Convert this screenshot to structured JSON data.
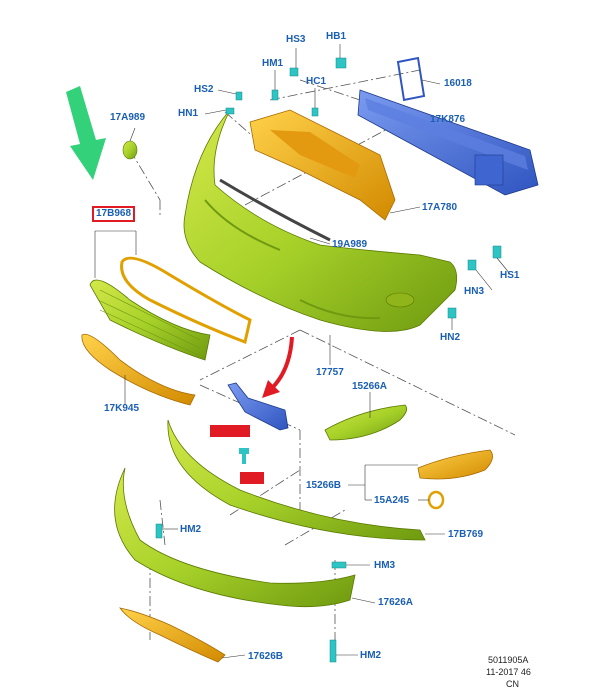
{
  "colors": {
    "label_blue": "#1a5fb4",
    "highlight_red": "#e01b24",
    "arrow_green": "#33d17a",
    "part_green": "#a7d129",
    "part_orange": "#f0b020",
    "part_blue": "#4a74d8",
    "clip_cyan": "#2ec4c4"
  },
  "parts": {
    "hs3": "HS3",
    "hb1": "HB1",
    "hm1": "HM1",
    "hc1": "HC1",
    "p16018": "16018",
    "hs2": "HS2",
    "hn1": "HN1",
    "p17a989": "17A989",
    "p17k876": "17K876",
    "p17b968": "17B968",
    "p17a780": "17A780",
    "p19a989": "19A989",
    "hs1": "HS1",
    "hn3": "HN3",
    "hn2": "HN2",
    "p17757": "17757",
    "p15266a": "15266A",
    "p17k945": "17K945",
    "p15266b": "15266B",
    "p15a245": "15A245",
    "hm2a": "HM2",
    "p17b769": "17B769",
    "hm3": "HM3",
    "p17626a": "17626A",
    "p17626b": "17626B",
    "hm2b": "HM2"
  },
  "footer": {
    "ref": "5011905A",
    "date": "11-2017 46",
    "region": "CN"
  }
}
